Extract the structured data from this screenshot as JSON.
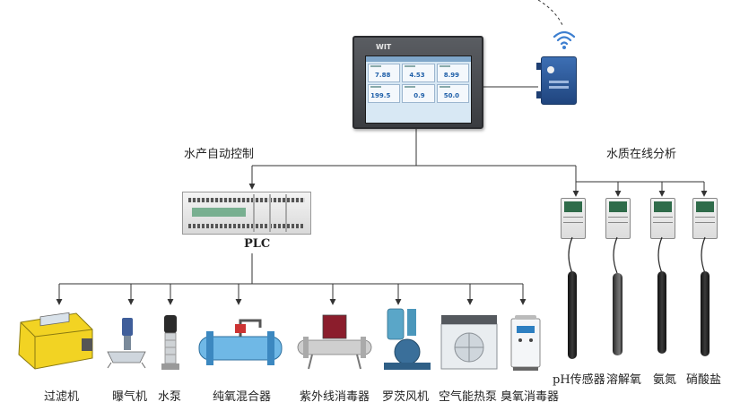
{
  "labels": {
    "aquaculture_control": "水产自动控制",
    "water_quality_online": "水质在线分析",
    "plc": "PLC"
  },
  "hmi": {
    "brand": "WIT",
    "values": [
      "7.88",
      "4.53",
      "8.99",
      "199.5",
      "0.9",
      "50.0"
    ]
  },
  "devices": [
    {
      "label": "过滤机"
    },
    {
      "label": "曝气机"
    },
    {
      "label": "水泵"
    },
    {
      "label": "纯氧混合器"
    },
    {
      "label": "紫外线消毒器"
    },
    {
      "label": "罗茨风机"
    },
    {
      "label": "空气能热泵"
    },
    {
      "label": "臭氧消毒器"
    }
  ],
  "sensors": [
    {
      "label": "pH传感器"
    },
    {
      "label": "溶解氧"
    },
    {
      "label": "氨氮"
    },
    {
      "label": "硝酸盐"
    }
  ],
  "colors": {
    "wire": "#333333",
    "screen": "#d8e8f4",
    "router": "#2a5597",
    "sensor_head": "#2f6b4a"
  }
}
